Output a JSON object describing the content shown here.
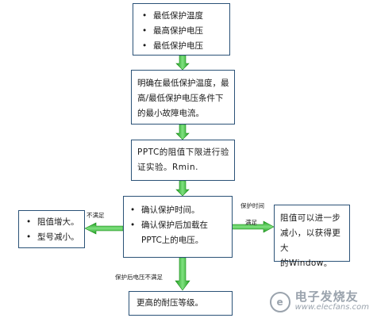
{
  "diagram": {
    "box1": {
      "items": [
        "最低保护温度",
        "最高保护电压",
        "最低保护电压"
      ]
    },
    "box2": {
      "lines": [
        "明确在最低保护温度，最",
        "高/最低保护电压条件下",
        "的最小故障电流。"
      ]
    },
    "box3": {
      "lines": [
        "PPTC的阻值下限进行验",
        "证实验。Rmin."
      ]
    },
    "box4": {
      "items": [
        "确认保护时间。",
        "确认保护后加载在PPTC上的电压。"
      ]
    },
    "box_left": {
      "items": [
        "阻值增大。",
        "型号减小。"
      ]
    },
    "box_right": {
      "lines": [
        "阻值可以进一步",
        "减小，以获得更大",
        "的Window。"
      ]
    },
    "box_bottom": {
      "text": "更高的耐压等级。"
    },
    "labels": {
      "left": "不满足",
      "right_top": "保护时间",
      "right_bottom": "满足",
      "down": "保护后电压不满足"
    },
    "colors": {
      "border": "#2b5277",
      "arrow": "#2eb82e"
    }
  },
  "watermark": {
    "logo": "e",
    "cn": "电子发烧友",
    "url": "www.elecfans.com"
  }
}
